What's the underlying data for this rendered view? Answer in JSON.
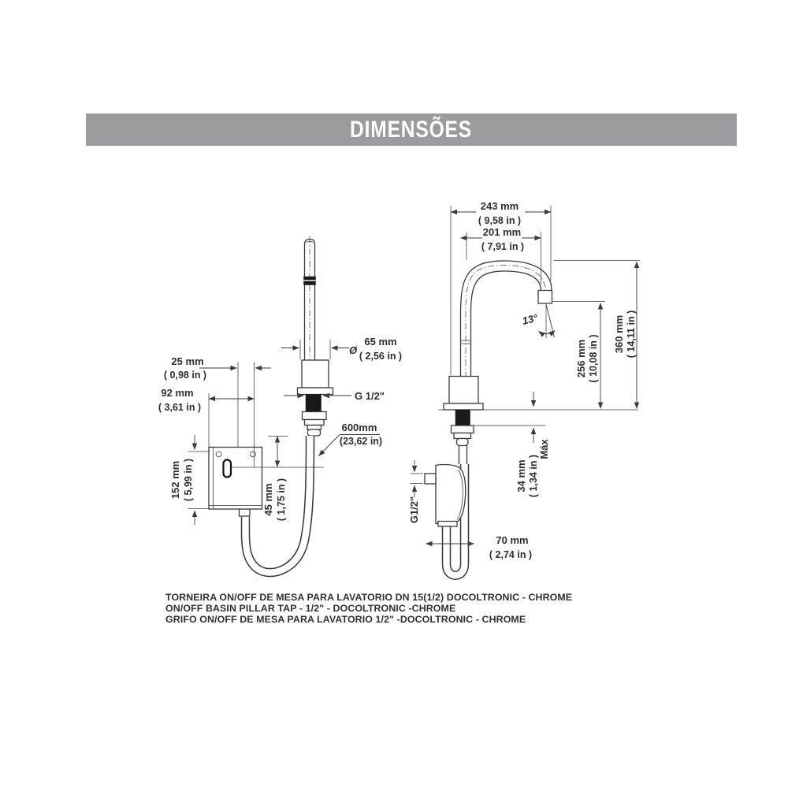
{
  "header": {
    "title": "DIMENSÕES"
  },
  "colors": {
    "header_bar": "#9b9a9e",
    "line": "#3a3a3a",
    "text": "#2d2d2d"
  },
  "front_view": {
    "dim_25_mm": "25 mm",
    "dim_25_in": "( 0,98 in )",
    "dim_92_mm": "92 mm",
    "dim_92_in": "( 3,61 in )",
    "dim_152_mm": "152 mm",
    "dim_152_in": "( 5,99 in )",
    "dim_45_mm": "45 mm",
    "dim_45_in": "( 1,75 in )",
    "dia_symbol": "Ø",
    "dim_65_mm": "65 mm",
    "dim_65_in": "( 2,56 in )",
    "thread_label": "G 1/2\"",
    "hose_mm": "600mm",
    "hose_in": "(23,62 in)"
  },
  "side_view": {
    "dim_243_mm": "243 mm",
    "dim_243_in": "( 9,58 in )",
    "dim_201_mm": "201 mm",
    "dim_201_in": "( 7,91 in )",
    "dim_360_mm": "360 mm",
    "dim_360_in": "( 14,11 in )",
    "dim_256_mm": "256 mm",
    "dim_256_in": "( 10,08 in )",
    "angle_label": "13°",
    "dim_34_mm": "34 mm",
    "dim_34_in": "( 1,34 in )",
    "dim_34_qualifier": "Máx",
    "thread_label": "G1/2\"",
    "dim_70_mm": "70 mm",
    "dim_70_in": "( 2,74 in )"
  },
  "footer": {
    "line1": "TORNEIRA ON/OFF DE MESA PARA LAVATORIO DN 15(1/2) DOCOLTRONIC - CHROME",
    "line2": "ON/OFF BASIN PILLAR TAP -  1/2\" - DOCOLTRONIC -CHROME",
    "line3": "GRIFO ON/OFF DE MESA PARA LAVATORIO 1/2\" -DOCOLTRONIC - CHROME"
  }
}
